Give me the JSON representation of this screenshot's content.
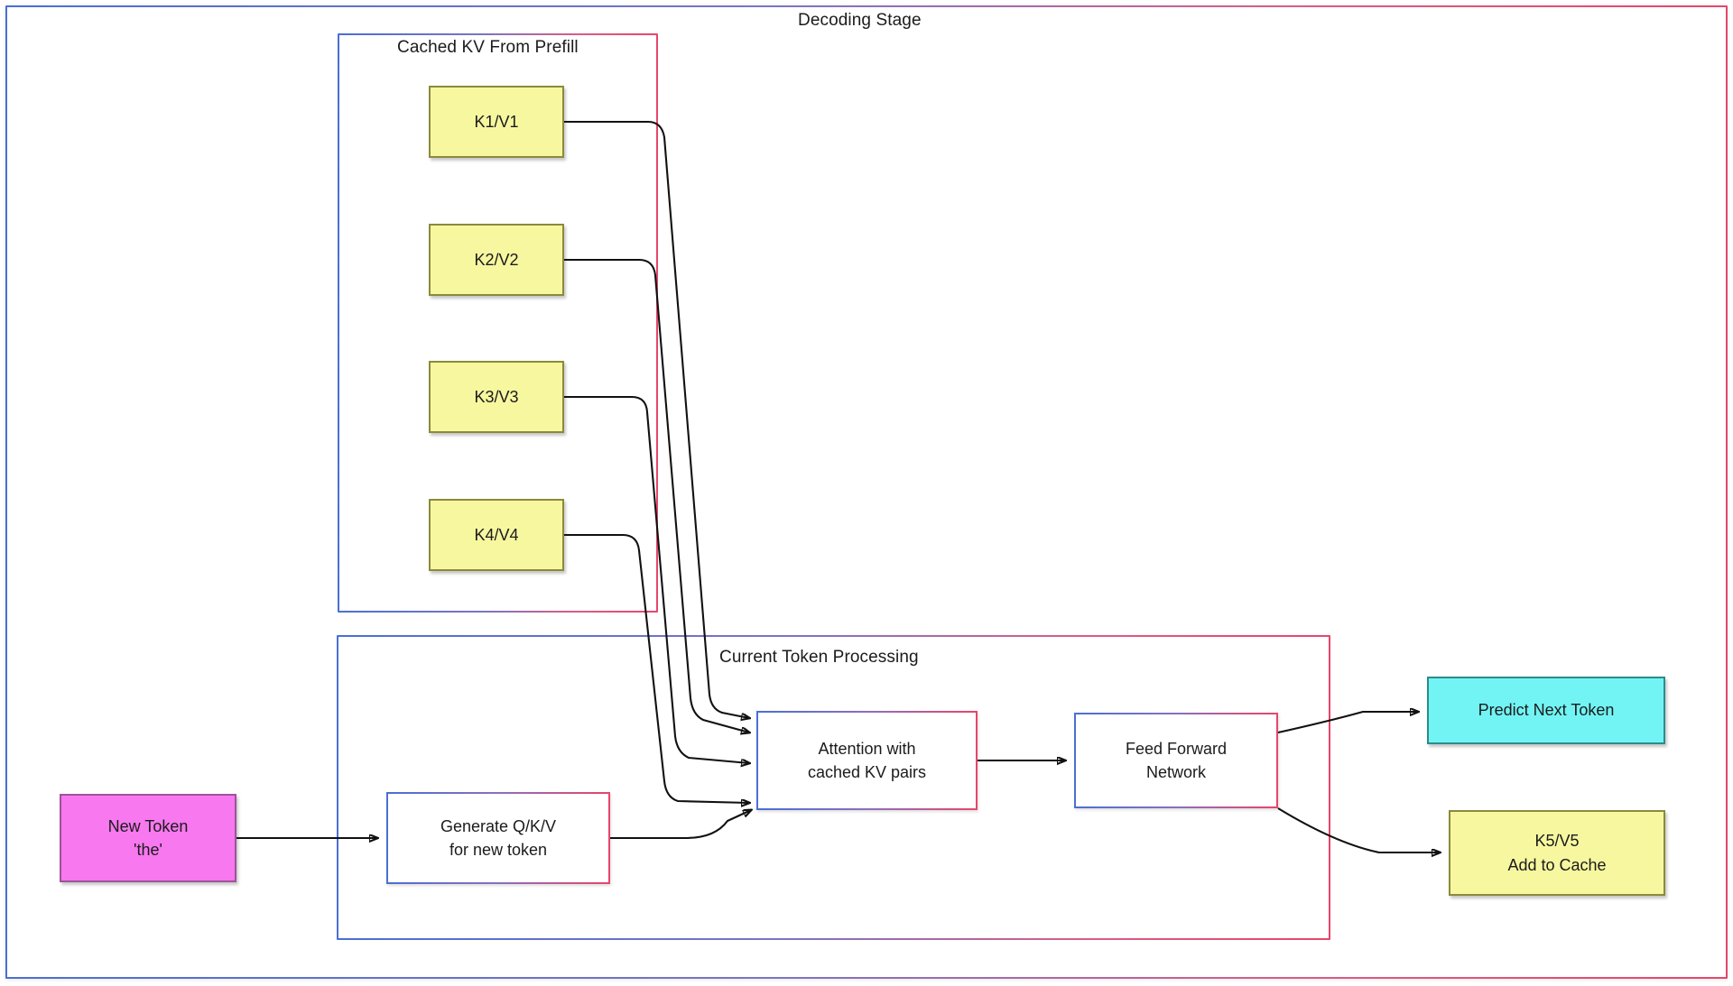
{
  "diagram": {
    "title": "Decoding Stage",
    "type": "flowchart",
    "groups": [
      {
        "id": "cached-kv",
        "label": "Cached KV From Prefill"
      },
      {
        "id": "current-token",
        "label": "Current Token Processing"
      }
    ],
    "nodes": [
      {
        "id": "k1v1",
        "lines": [
          "K1/V1"
        ],
        "fill": "#f7f7a0",
        "border": "#8a8a3c",
        "group": "cached-kv"
      },
      {
        "id": "k2v2",
        "lines": [
          "K2/V2"
        ],
        "fill": "#f7f7a0",
        "border": "#8a8a3c",
        "group": "cached-kv"
      },
      {
        "id": "k3v3",
        "lines": [
          "K3/V3"
        ],
        "fill": "#f7f7a0",
        "border": "#8a8a3c",
        "group": "cached-kv"
      },
      {
        "id": "k4v4",
        "lines": [
          "K4/V4"
        ],
        "fill": "#f7f7a0",
        "border": "#8a8a3c",
        "group": "cached-kv"
      },
      {
        "id": "new-token",
        "lines": [
          "New Token",
          "'the'"
        ],
        "fill": "#f778ef",
        "border": "#a0529b",
        "group": null
      },
      {
        "id": "generate",
        "lines": [
          "Generate Q/K/V",
          "for new token"
        ],
        "fill": "#ffffff",
        "border": "gradient",
        "group": "current-token"
      },
      {
        "id": "attention",
        "lines": [
          "Attention with",
          "cached KV pairs"
        ],
        "fill": "#ffffff",
        "border": "gradient",
        "group": "current-token"
      },
      {
        "id": "ffn",
        "lines": [
          "Feed Forward",
          "Network"
        ],
        "fill": "#ffffff",
        "border": "gradient",
        "group": "current-token"
      },
      {
        "id": "predict",
        "lines": [
          "Predict Next Token"
        ],
        "fill": "#72f4f4",
        "border": "#2d8b8b",
        "group": null
      },
      {
        "id": "k5v5",
        "lines": [
          "K5/V5",
          "Add to Cache"
        ],
        "fill": "#f7f7a0",
        "border": "#8a8a3c",
        "group": null
      }
    ],
    "edges": [
      {
        "from": "k1v1",
        "to": "attention"
      },
      {
        "from": "k2v2",
        "to": "attention"
      },
      {
        "from": "k3v3",
        "to": "attention"
      },
      {
        "from": "k4v4",
        "to": "attention"
      },
      {
        "from": "new-token",
        "to": "generate"
      },
      {
        "from": "generate",
        "to": "attention"
      },
      {
        "from": "attention",
        "to": "ffn"
      },
      {
        "from": "ffn",
        "to": "predict"
      },
      {
        "from": "ffn",
        "to": "k5v5"
      }
    ],
    "colors": {
      "frame_start": "#4a6fd4",
      "frame_end": "#e8456b",
      "kv_fill": "#f7f7a0",
      "token_fill": "#f778ef",
      "predict_fill": "#72f4f4",
      "arrow": "#111111",
      "text": "#1b1b1b",
      "background": "#ffffff"
    }
  },
  "labels": {
    "stage_title": "Decoding Stage",
    "cached_group": "Cached KV From Prefill",
    "current_group": "Current Token Processing",
    "k1": "K1/V1",
    "k2": "K2/V2",
    "k3": "K3/V3",
    "k4": "K4/V4",
    "new_token_l1": "New Token",
    "new_token_l2": "'the'",
    "generate_l1": "Generate Q/K/V",
    "generate_l2": "for new token",
    "attention_l1": "Attention with",
    "attention_l2": "cached KV pairs",
    "ffn_l1": "Feed Forward",
    "ffn_l2": "Network",
    "predict": "Predict Next Token",
    "k5_l1": "K5/V5",
    "k5_l2": "Add to Cache"
  }
}
